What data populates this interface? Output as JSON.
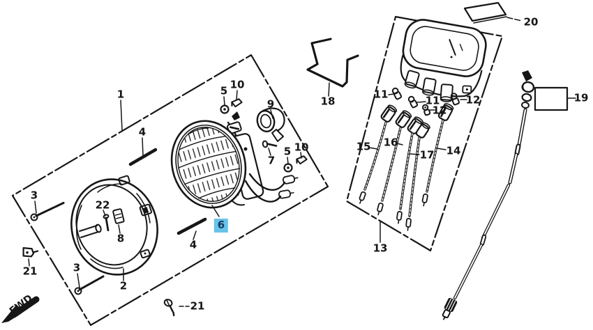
{
  "diagram": {
    "kind": "exploded-parts-diagram",
    "background_color": "#ffffff",
    "line_color": "#161616",
    "selected_part": "6",
    "highlight": {
      "color": "#68c3e8",
      "text_color": "#153a64"
    },
    "fwd_marker": {
      "label": "FWD"
    },
    "part_labels": [
      {
        "part": "1"
      },
      {
        "part": "2"
      },
      {
        "part": "3"
      },
      {
        "part": "3"
      },
      {
        "part": "4"
      },
      {
        "part": "4"
      },
      {
        "part": "5"
      },
      {
        "part": "5"
      },
      {
        "part": "6"
      },
      {
        "part": "7"
      },
      {
        "part": "8"
      },
      {
        "part": "9"
      },
      {
        "part": "10"
      },
      {
        "part": "10"
      },
      {
        "part": "11"
      },
      {
        "part": "11"
      },
      {
        "part": "12"
      },
      {
        "part": "12"
      },
      {
        "part": "13"
      },
      {
        "part": "14"
      },
      {
        "part": "15"
      },
      {
        "part": "16"
      },
      {
        "part": "17"
      },
      {
        "part": "18"
      },
      {
        "part": "19"
      },
      {
        "part": "20"
      },
      {
        "part": "21"
      },
      {
        "part": "21"
      },
      {
        "part": "22"
      }
    ]
  }
}
